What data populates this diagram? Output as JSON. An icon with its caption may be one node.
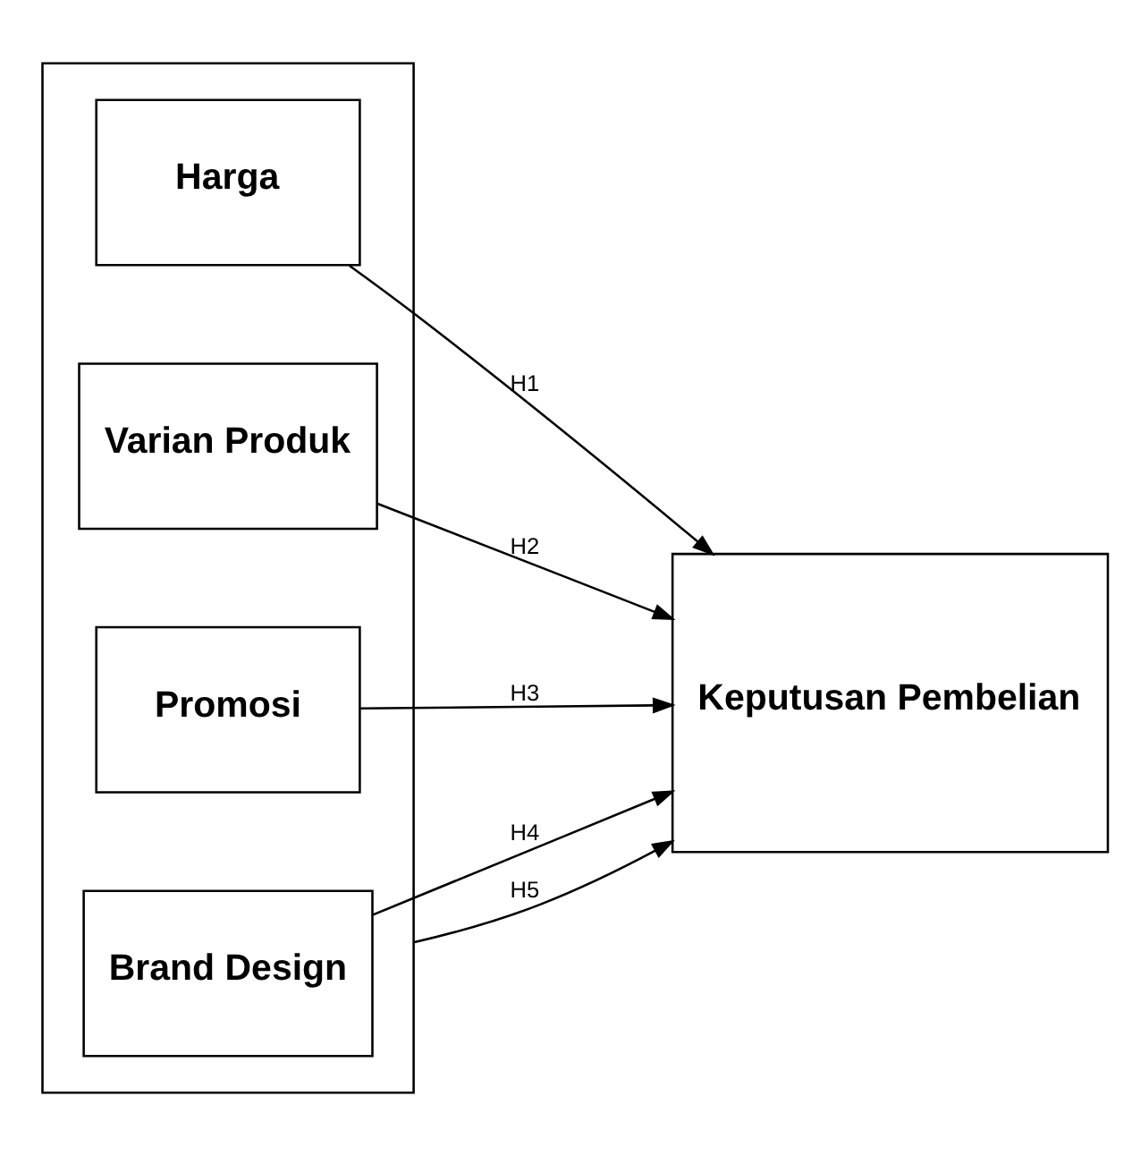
{
  "diagram": {
    "nodes": [
      {
        "text": [],
        "shape": "box"
      },
      {
        "text": [
          "Harga"
        ],
        "in": 0
      },
      {
        "text": [
          "Varian Produk"
        ],
        "in": 0
      },
      {
        "text": [
          "Promosi"
        ],
        "in": 0
      },
      {
        "text": [
          "Brand Design"
        ],
        "in": 0
      },
      {
        "text": [
          "Keputusan Pembelian"
        ]
      }
    ],
    "edges": [
      {
        "from": 1,
        "to": 5,
        "arrow": "to",
        "label": "H1"
      },
      {
        "from": 2,
        "to": 5,
        "arrow": "to",
        "label": "H2"
      },
      {
        "from": 3,
        "to": 5,
        "arrow": "to",
        "label": "H3"
      },
      {
        "from": 4,
        "to": 5,
        "arrow": "to",
        "label": "H4"
      },
      {
        "from": 0,
        "to": 5,
        "arrow": "to",
        "label": "H5"
      }
    ]
  }
}
